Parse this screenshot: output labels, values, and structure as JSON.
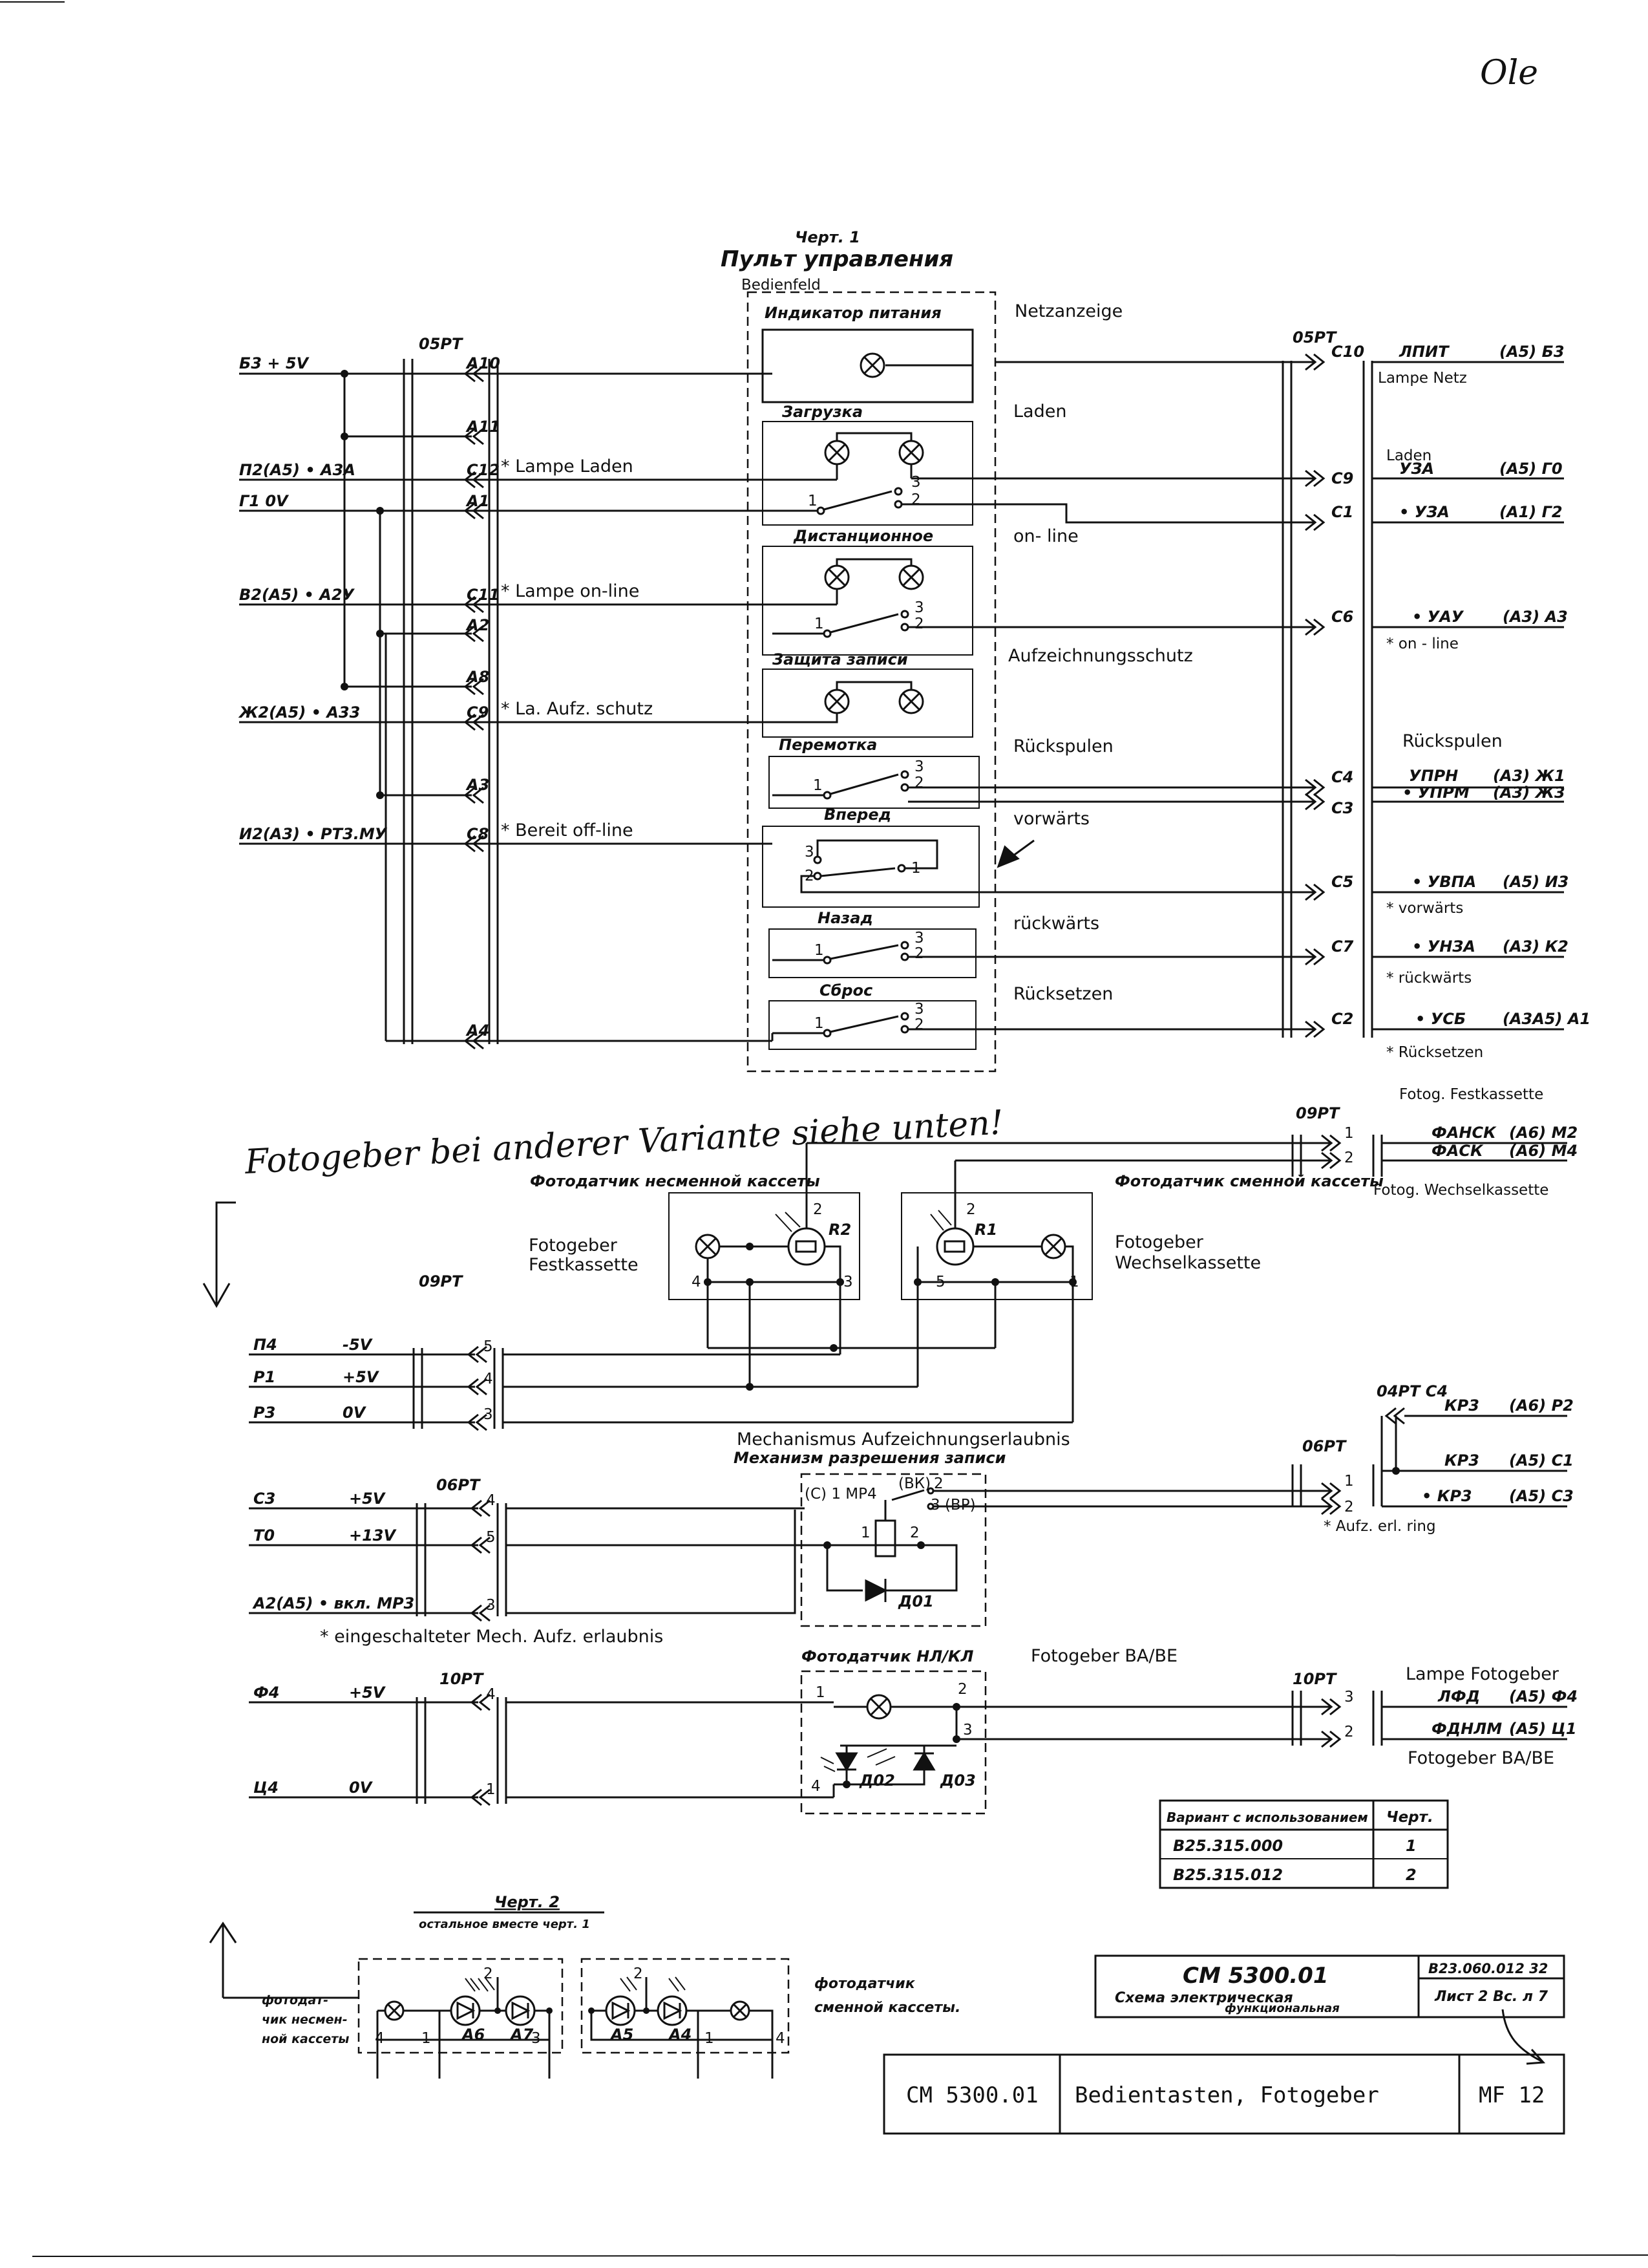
{
  "corner_mark": "Ole",
  "drawing1": {
    "title_ru": "Черт. 1",
    "subtitle_ru": "Пульт управления",
    "subtitle_de": "Bedienfeld",
    "connector_left": "05РТ",
    "connector_right": "05РТ",
    "left_signals": [
      {
        "name": "Б3 + 5V",
        "pin": "А10"
      },
      {
        "name": "",
        "pin": "А11"
      },
      {
        "name": "П2(А5) • А3А",
        "pin": "С12",
        "note": "* Lampe Laden"
      },
      {
        "name": "Г1    0V",
        "pin": "А1"
      },
      {
        "name": "В2(А5) • А2У",
        "pin": "С11",
        "note": "* Lampe on-line"
      },
      {
        "name": "",
        "pin": "А2"
      },
      {
        "name": "",
        "pin": "А8"
      },
      {
        "name": "Ж2(А5) • А33",
        "pin": "С9",
        "note": "* La. Aufz. schutz"
      },
      {
        "name": "",
        "pin": "А3"
      },
      {
        "name": "И2(А3) • РТ3.МУ",
        "pin": "С8",
        "note": "* Bereit off-line"
      },
      {
        "name": "",
        "pin": "А4"
      }
    ],
    "panel_sections": [
      {
        "ru": "Индикатор питания",
        "de": "Netzanzeige"
      },
      {
        "ru": "Загрузка",
        "de": "Laden"
      },
      {
        "ru": "Дистанционное",
        "de": "on- line"
      },
      {
        "ru": "Защита записи",
        "de": "Aufzeichnungsschutz"
      },
      {
        "ru": "Перемотка",
        "de": "Rückspulen"
      },
      {
        "ru": "Вперед",
        "de": "vorwärts"
      },
      {
        "ru": "Назад",
        "de": "rückwärts"
      },
      {
        "ru": "Сброс",
        "de": "Rücksetzen"
      }
    ],
    "right_signals": [
      {
        "pin": "С10",
        "name": "ЛПИТ",
        "ref": "(А5) Б3",
        "label": "Lampe Netz"
      },
      {
        "pin": "С9",
        "name": "УЗА",
        "ref": "(А5) Г0",
        "label": "Laden"
      },
      {
        "pin": "С1",
        "name": "• УЗА",
        "ref": "(А1) Г2",
        "label": ""
      },
      {
        "pin": "С6",
        "name": "• УАУ",
        "ref": "(А3) А3",
        "label": "* on - line"
      },
      {
        "pin": "С4",
        "name": "УПРН",
        "ref": "(А3) Ж1",
        "label": "Rückspulen"
      },
      {
        "pin": "С3",
        "name": "• УПРМ",
        "ref": "(А3) Ж3",
        "label": ""
      },
      {
        "pin": "С5",
        "name": "• УВПА",
        "ref": "(А5) И3",
        "label": "* vorwärts"
      },
      {
        "pin": "С7",
        "name": "• УНЗА",
        "ref": "(А3) К2",
        "label": "* rückwärts"
      },
      {
        "pin": "С2",
        "name": "• УСБ",
        "ref": "(А3А5) А1",
        "label": "* Rücksetzen"
      }
    ],
    "pin_numbers": [
      "1",
      "2",
      "3"
    ]
  },
  "handwritten_note": "Fotogeber bei anderer Variante siehe unten!",
  "photo_section": {
    "connector_top": "09РТ",
    "connector_left": "09РТ",
    "top_right_label_1": "Fotog. Festkassette",
    "top_right_label_2": "Fotog. Wechselkassette",
    "right_signals": [
      {
        "pin": "1",
        "name": "ФАНСК",
        "ref": "(А6) М2"
      },
      {
        "pin": "2",
        "name": "ФАСК",
        "ref": "(А6) М4"
      }
    ],
    "left_sensor": {
      "ru": "Фотодатчик несменной кассеты",
      "de_1": "Fotogeber",
      "de_2": "Festkassette",
      "resistor": "R2",
      "pins": [
        "4",
        "2",
        "3"
      ]
    },
    "right_sensor": {
      "ru": "Фотодатчик сменной кассеты",
      "de_1": "Fotogeber",
      "de_2": "Wechselkassette",
      "resistor": "R1",
      "pins": [
        "5",
        "2",
        "1"
      ]
    },
    "power": [
      {
        "name": "П4",
        "value": "-5V",
        "pin": "5"
      },
      {
        "name": "Р1",
        "value": "+5V",
        "pin": "4"
      },
      {
        "name": "Р3",
        "value": "0V",
        "pin": "3"
      }
    ]
  },
  "mechanism": {
    "title_de": "Mechanismus Aufzeichnungserlaubnis",
    "title_ru": "Механизм разрешения записи",
    "connector_left": "06РТ",
    "connector_right": "06РТ",
    "connector_top": "04РТ С4",
    "left_signals": [
      {
        "name": "С3",
        "value": "+5V",
        "pin": "4"
      },
      {
        "name": "Т0",
        "value": "+13V",
        "pin": "5"
      },
      {
        "name": "А2(А5) • вкл. МР3",
        "value": "",
        "pin": "3"
      }
    ],
    "right_signals": [
      {
        "pin": "",
        "name": "КР3",
        "ref": "(А6) Р2"
      },
      {
        "pin": "1",
        "name": "КР3",
        "ref": "(А5) С1"
      },
      {
        "pin": "2",
        "name": "• КР3",
        "ref": "(А5) С3"
      }
    ],
    "note_right": "* Aufz. erl. ring",
    "note_left": "* eingeschalteter  Mech. Aufz. erlaubnis",
    "relay_labels": [
      "(С) 1 МР4",
      "(ВК)",
      "3 (ВР)",
      "1",
      "2",
      "2"
    ],
    "diode": "Д01"
  },
  "photo_ba": {
    "title_ru": "Фотодатчик НЛ/КЛ",
    "title_de": "Fotogeber BA/BE",
    "connector_left": "10РТ",
    "connector_right": "10РТ",
    "left_signals": [
      {
        "name": "Ф4",
        "value": "+5V",
        "pin": "4"
      },
      {
        "name": "Ц4",
        "value": "0V",
        "pin": "1"
      }
    ],
    "right_signals": [
      {
        "pin": "3",
        "name": "ЛФД",
        "ref": "(А5) Ф4",
        "label": "Lampe Fotogeber"
      },
      {
        "pin": "2",
        "name": "ФДНЛМ",
        "ref": "(А5) Ц1",
        "label": "Fotogeber BA/BE"
      }
    ],
    "diodes": [
      "Д02",
      "Д03"
    ],
    "pins": [
      "1",
      "2",
      "3",
      "4"
    ]
  },
  "variant_table": {
    "headers": [
      "Вариант с использованием",
      "Черт."
    ],
    "rows": [
      [
        "В25.315.000",
        "1"
      ],
      [
        "В25.315.012",
        "2"
      ]
    ]
  },
  "drawing2": {
    "title": "Черт. 2",
    "subtitle": "остальное вместе черт. 1",
    "left_label": [
      "фотодат-",
      "чик несмен-",
      "ной кассеты"
    ],
    "right_label": [
      "фотодатчик",
      "сменной кассеты."
    ],
    "left_leds": [
      "А6",
      "А7"
    ],
    "right_leds": [
      "А5",
      "А4"
    ],
    "left_pins": [
      "4",
      "1",
      "3",
      "2"
    ],
    "right_pins": [
      "2",
      "1",
      "4"
    ]
  },
  "title_block": {
    "name": "СМ 5300.01",
    "subtitle_1": "Схема электрическая",
    "subtitle_2": "функциональная",
    "doc_no": "В23.060.012 32",
    "sheet": "Лист 2  Вс. л 7"
  },
  "footer": {
    "code": "CM 5300.01",
    "title": "Bedientasten, Fotogeber",
    "mf": "MF 12"
  }
}
